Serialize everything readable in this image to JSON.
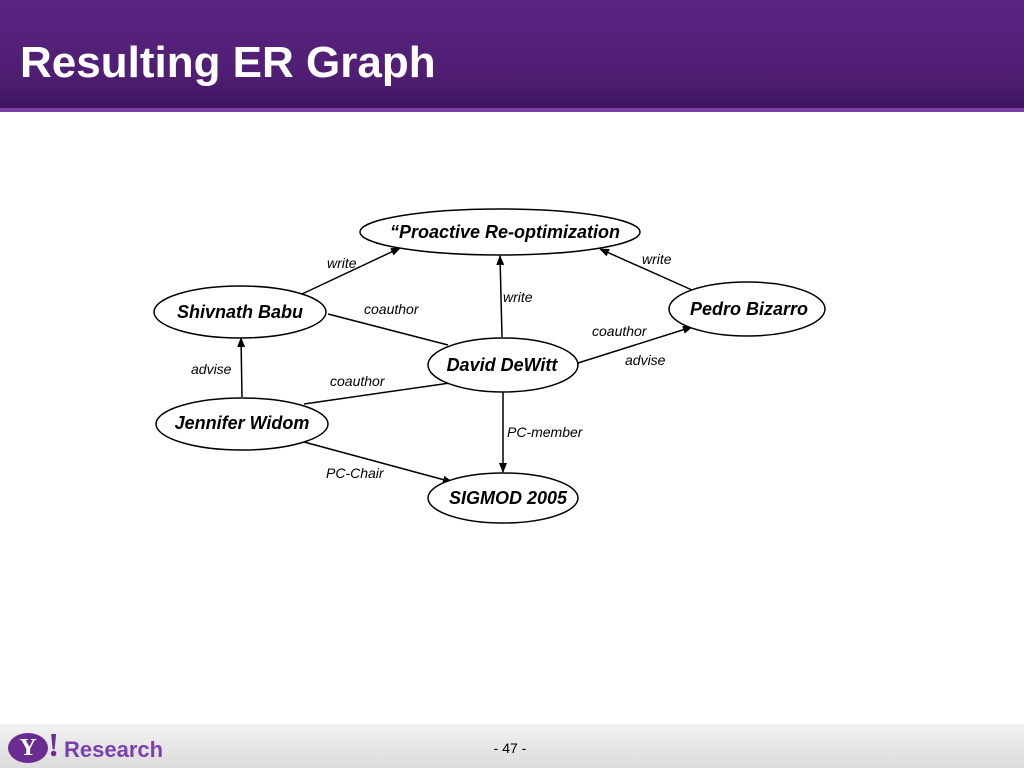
{
  "slide": {
    "title": "Resulting ER Graph",
    "page_number": "- 47 -"
  },
  "logo": {
    "mark": "Y",
    "bang": "!",
    "word": "Research",
    "color": "#6b2c91"
  },
  "colors": {
    "header": "#4f1e72",
    "header_rule": "#7b3fa6"
  },
  "nodes": [
    {
      "id": "paper",
      "label": "“Proactive Re-optimization"
    },
    {
      "id": "babu",
      "label": "Shivnath Babu"
    },
    {
      "id": "bizarro",
      "label": "Pedro Bizarro"
    },
    {
      "id": "dewitt",
      "label": "David DeWitt"
    },
    {
      "id": "widom",
      "label": "Jennifer Widom"
    },
    {
      "id": "sigmod",
      "label": "SIGMOD 2005"
    }
  ],
  "edges": [
    {
      "from": "babu",
      "to": "paper",
      "label": "write",
      "directed": true
    },
    {
      "from": "bizarro",
      "to": "paper",
      "label": "write",
      "directed": true
    },
    {
      "from": "dewitt",
      "to": "paper",
      "label": "write",
      "directed": true
    },
    {
      "from": "babu",
      "to": "dewitt",
      "label": "coauthor",
      "directed": false
    },
    {
      "from": "dewitt",
      "to": "bizarro",
      "label": "coauthor",
      "directed": true
    },
    {
      "from": "dewitt",
      "to": "bizarro",
      "label": "advise",
      "directed": true
    },
    {
      "from": "widom",
      "to": "babu",
      "label": "advise",
      "directed": true
    },
    {
      "from": "widom",
      "to": "dewitt",
      "label": "coauthor",
      "directed": false
    },
    {
      "from": "dewitt",
      "to": "sigmod",
      "label": "PC-member",
      "directed": true
    },
    {
      "from": "widom",
      "to": "sigmod",
      "label": "PC-Chair",
      "directed": true
    }
  ]
}
